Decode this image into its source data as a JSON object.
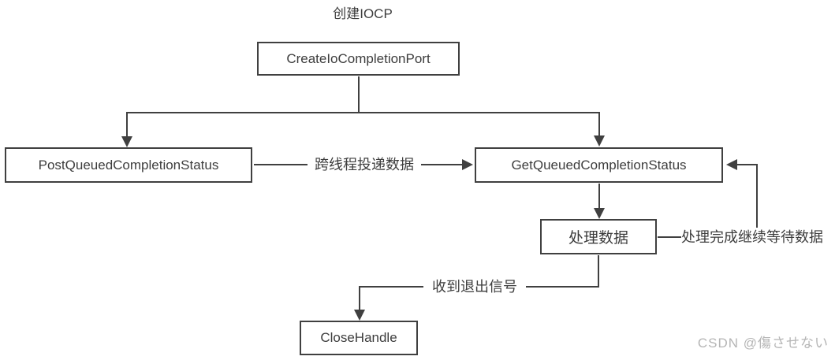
{
  "diagram": {
    "title": "创建IOCP",
    "nodes": {
      "create": "CreateIoCompletionPort",
      "post": "PostQueuedCompletionStatus",
      "get": "GetQueuedCompletionStatus",
      "process": "处理数据",
      "close": "CloseHandle"
    },
    "edges": {
      "post_to_get": "跨线程投递数据",
      "loop_back": "处理完成继续等待数据",
      "exit_signal": "收到退出信号"
    },
    "colors": {
      "line": "#404040",
      "box_border": "#404040",
      "box_fill": "#ffffff",
      "text": "#3d3d3d",
      "watermark": "#b5b5b5"
    }
  },
  "watermark": "CSDN @傷させない"
}
